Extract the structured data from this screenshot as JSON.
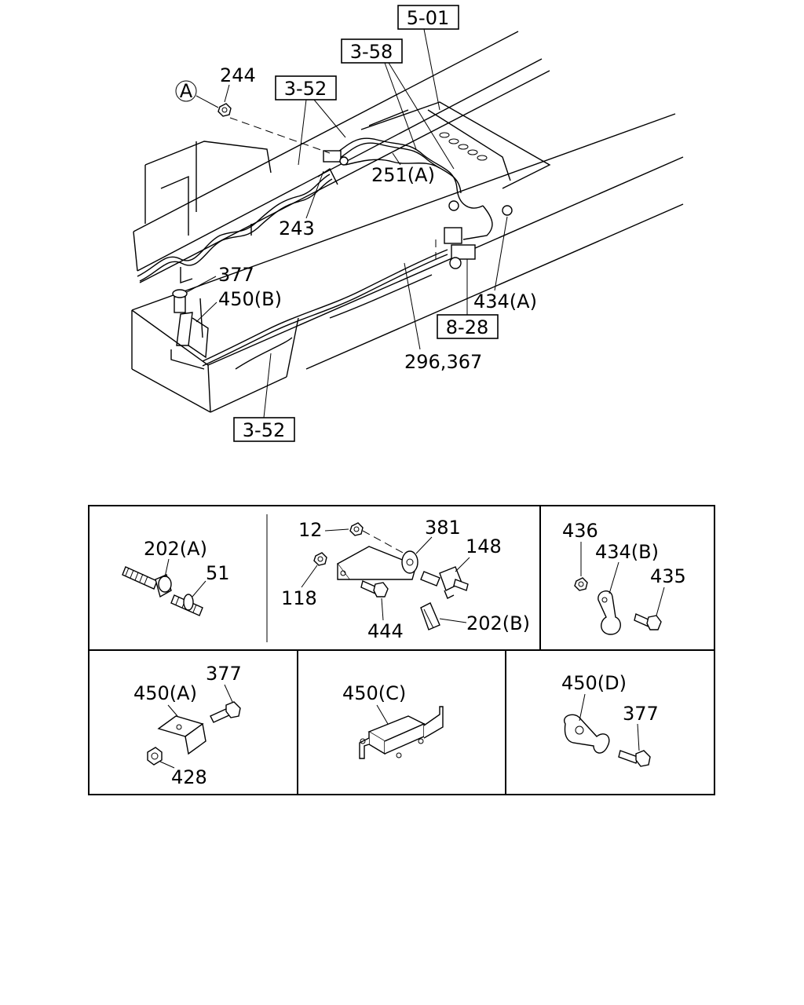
{
  "main": {
    "ref_boxes": {
      "r501": "5-01",
      "r358": "3-58",
      "r352_top": "3-52",
      "r828": "8-28",
      "r352_bottom": "3-52"
    },
    "callout_circle": "A",
    "labels": {
      "p244": "244",
      "p251a": "251(A)",
      "p243": "243",
      "p377": "377",
      "p450b": "450(B)",
      "p434a": "434(A)",
      "p296": "296,367"
    }
  },
  "details": {
    "cell1": {
      "p202a": "202(A)",
      "p51": "51"
    },
    "cell2": {
      "p12": "12",
      "p381": "381",
      "p148": "148",
      "p118": "118",
      "p444": "444",
      "p202b": "202(B)"
    },
    "cell3": {
      "p436": "436",
      "p434b": "434(B)",
      "p435": "435"
    },
    "cell4": {
      "p377": "377",
      "p450a": "450(A)",
      "p428": "428"
    },
    "cell5": {
      "p450c": "450(C)"
    },
    "cell6": {
      "p450d": "450(D)",
      "p377": "377"
    }
  }
}
